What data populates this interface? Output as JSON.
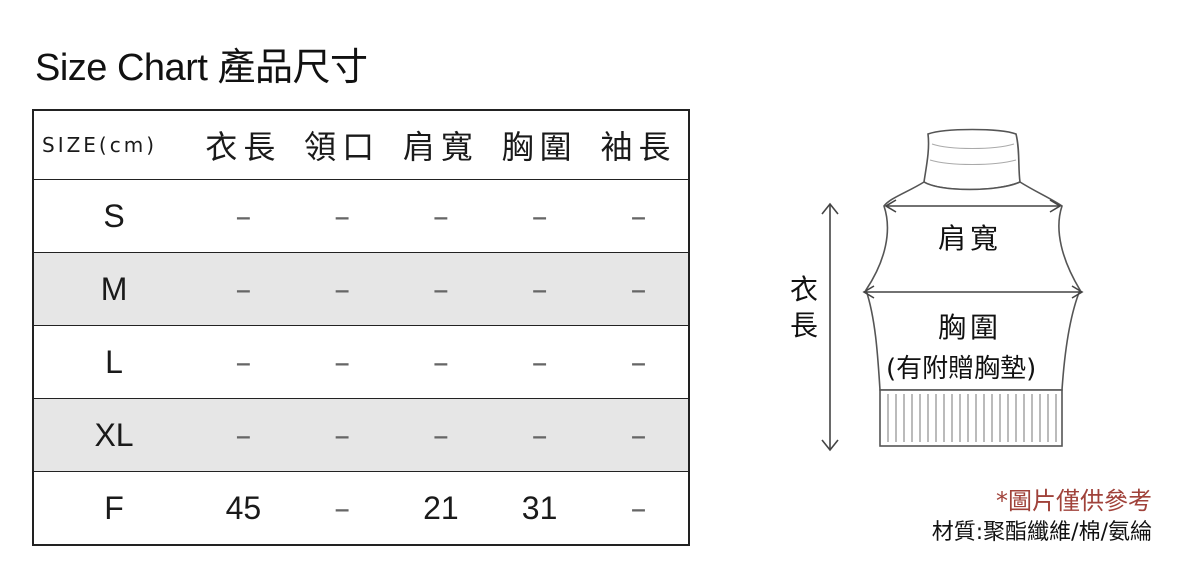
{
  "title": "Size Chart 產品尺寸",
  "table": {
    "headers": [
      "SIZE(cm)",
      "衣長",
      "領口",
      "肩寬",
      "胸圍",
      "袖長"
    ],
    "rows": [
      {
        "size": "S",
        "values": [
          "–",
          "–",
          "–",
          "–",
          "–"
        ]
      },
      {
        "size": "M",
        "values": [
          "–",
          "–",
          "–",
          "–",
          "–"
        ]
      },
      {
        "size": "L",
        "values": [
          "–",
          "–",
          "–",
          "–",
          "–"
        ]
      },
      {
        "size": "XL",
        "values": [
          "–",
          "–",
          "–",
          "–",
          "–"
        ]
      },
      {
        "size": "F",
        "values": [
          "45",
          "–",
          "21",
          "31",
          "–"
        ]
      }
    ]
  },
  "diagram": {
    "length_label": "衣長",
    "shoulder_label": "肩寬",
    "chest_label": "胸圍",
    "chest_note": "(有附贈胸墊)"
  },
  "notes": {
    "image_reference": "*圖片僅供參考",
    "material": "材質:聚酯纖維/棉/氨綸"
  },
  "colors": {
    "shade_row": "#e6e6e6",
    "note_red": "#a0423a"
  }
}
